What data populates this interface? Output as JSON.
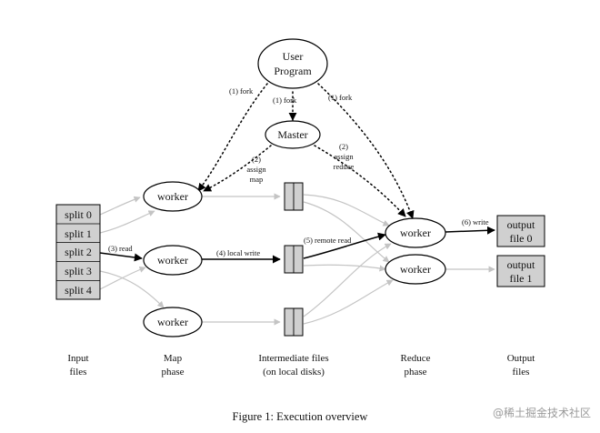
{
  "nodes": {
    "user_program": [
      "User",
      "Program"
    ],
    "master": "Master",
    "workers": [
      "worker",
      "worker",
      "worker",
      "worker",
      "worker"
    ],
    "splits": [
      "split 0",
      "split 1",
      "split 2",
      "split 3",
      "split 4"
    ],
    "output_files": [
      [
        "output",
        "file 0"
      ],
      [
        "output",
        "file 1"
      ]
    ]
  },
  "edge_labels": {
    "fork_left": "(1) fork",
    "fork_mid": "(1) fork",
    "fork_right": "(1) fork",
    "assign_map": [
      "(2)",
      "assign",
      "map"
    ],
    "assign_reduce": [
      "(2)",
      "assign",
      "reduce"
    ],
    "read": "(3) read",
    "local_write": "(4) local write",
    "remote_read": "(5) remote read",
    "write": "(6) write"
  },
  "phases": {
    "input": [
      "Input",
      "files"
    ],
    "map": [
      "Map",
      "phase"
    ],
    "intermediate": [
      "Intermediate files",
      "(on local disks)"
    ],
    "reduce": [
      "Reduce",
      "phase"
    ],
    "output": [
      "Output",
      "files"
    ]
  },
  "caption": "Figure 1: Execution overview",
  "watermark": "@稀土掘金技术社区"
}
